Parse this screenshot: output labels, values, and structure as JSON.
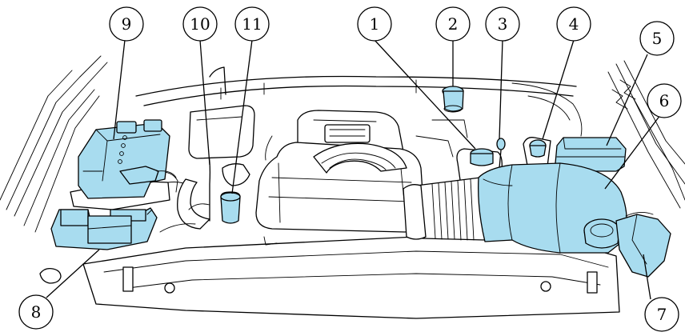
{
  "diagram": {
    "highlight_color": "#a8dcef",
    "line_color": "#000000",
    "callouts": [
      {
        "id": "c1",
        "label": "1"
      },
      {
        "id": "c2",
        "label": "2"
      },
      {
        "id": "c3",
        "label": "3"
      },
      {
        "id": "c4",
        "label": "4"
      },
      {
        "id": "c5",
        "label": "5"
      },
      {
        "id": "c6",
        "label": "6"
      },
      {
        "id": "c7",
        "label": "7"
      },
      {
        "id": "c8",
        "label": "8"
      },
      {
        "id": "c9",
        "label": "9"
      },
      {
        "id": "c10",
        "label": "10"
      },
      {
        "id": "c11",
        "label": "11"
      }
    ]
  }
}
